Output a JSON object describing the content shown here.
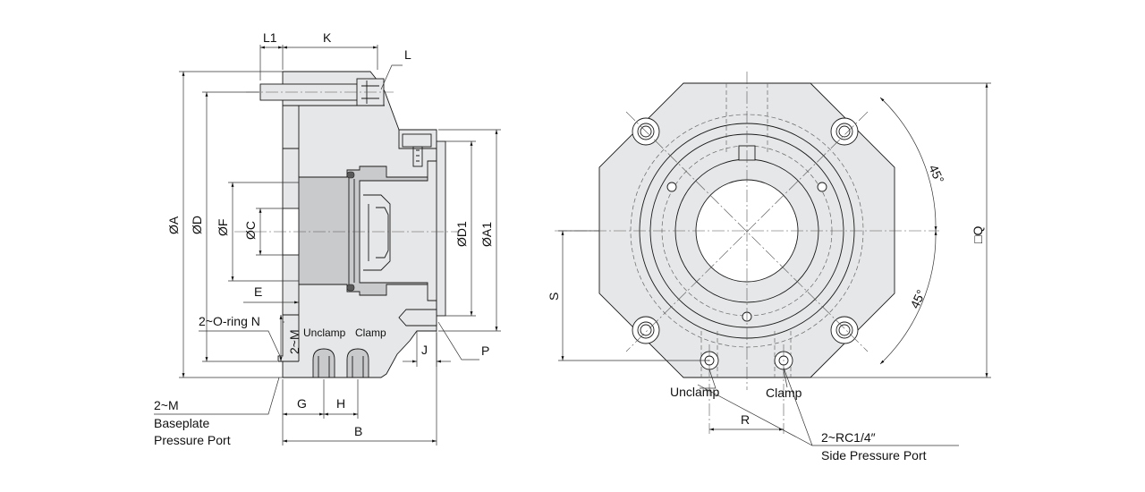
{
  "side_view": {
    "dims": {
      "L1": "L1",
      "K": "K",
      "L": "L",
      "A": "ØA",
      "D": "ØD",
      "F": "ØF",
      "C": "ØC",
      "D1": "ØD1",
      "A1": "ØA1",
      "E": "E",
      "M": "2~M",
      "J": "J",
      "P": "P",
      "G": "G",
      "H": "H",
      "B": "B"
    },
    "labels": {
      "oring": "2~O-ring N",
      "unclamp": "Unclamp",
      "clamp": "Clamp",
      "baseplate_line1": "2~M",
      "baseplate_line2": "Baseplate",
      "baseplate_line3": "Pressure Port"
    }
  },
  "front_view": {
    "dims": {
      "angle_top": "45°",
      "angle_bottom": "45°",
      "Q": "□Q",
      "S": "S",
      "R": "R"
    },
    "labels": {
      "unclamp": "Unclamp",
      "clamp": "Clamp",
      "side_port_line1": "2~RC1/4″",
      "side_port_line2": "Side Pressure Port"
    }
  }
}
